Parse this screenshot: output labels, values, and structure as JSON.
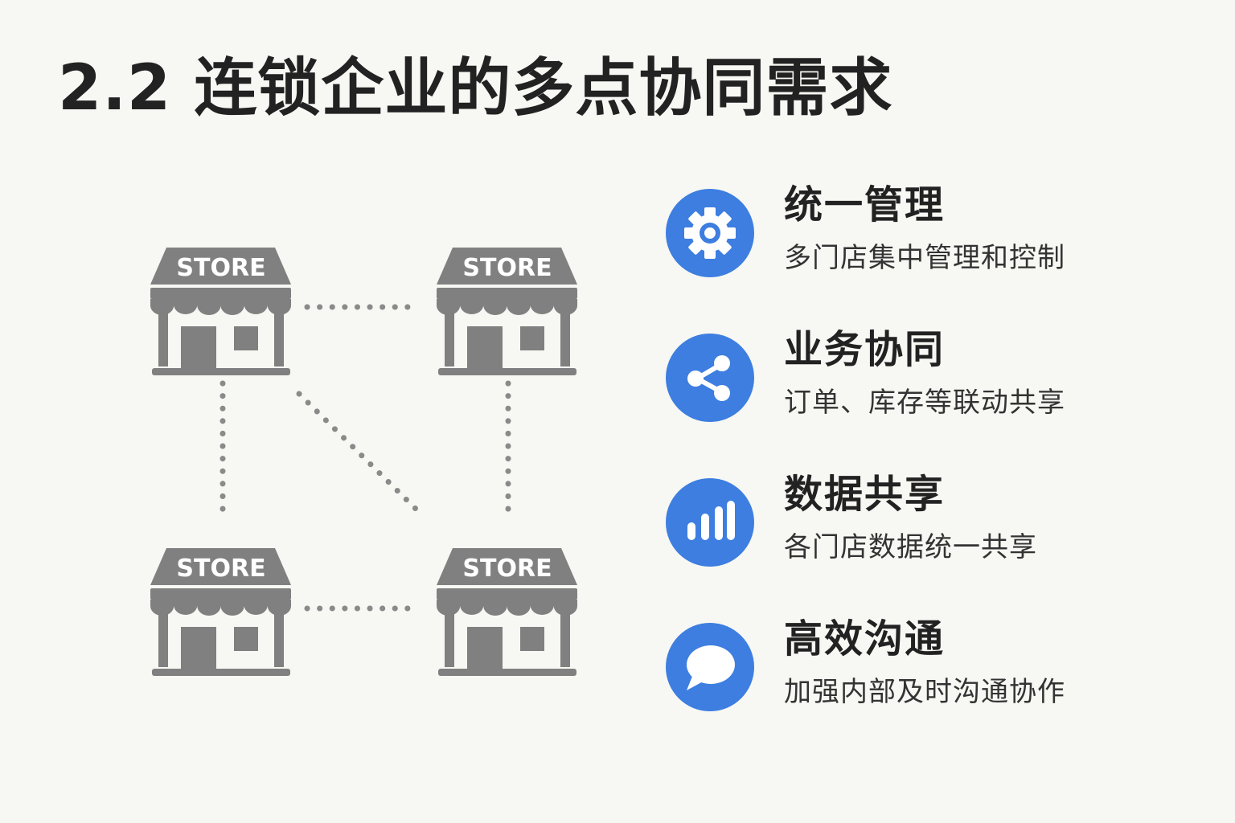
{
  "title": "2.2 连锁企业的多点协同需求",
  "stores": [
    {
      "label": "STORE"
    },
    {
      "label": "STORE"
    },
    {
      "label": "STORE"
    },
    {
      "label": "STORE"
    }
  ],
  "features": [
    {
      "title": "统一管理",
      "description": "多门店集中管理和控制",
      "icon": "gear-icon"
    },
    {
      "title": "业务协同",
      "description": "订单、库存等联动共享",
      "icon": "share-icon"
    },
    {
      "title": "数据共享",
      "description": "各门店数据统一共享",
      "icon": "bar-chart-icon"
    },
    {
      "title": "高效沟通",
      "description": "加强内部及时沟通协作",
      "icon": "chat-bubble-icon"
    }
  ],
  "colors": {
    "background": "#f7f7f3",
    "store": "#808080",
    "accent": "#3d7ee0",
    "title": "#222222"
  }
}
